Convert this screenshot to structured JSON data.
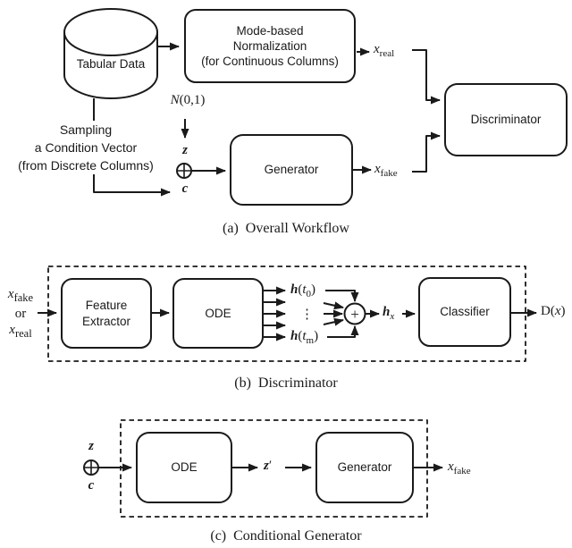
{
  "colors": {
    "stroke": "#1a1a1a",
    "background": "#ffffff"
  },
  "panel_a": {
    "caption": "(a)  Overall Workflow",
    "tabular_data": "Tabular Data",
    "norm_box": "Mode-based\nNormalization\n(for Continuous Columns)",
    "sampling_note": "Sampling\na Condition Vector\n(from Discrete Columns)",
    "noise": {
      "base": "N",
      "rest": "(0,1)"
    },
    "z": "z",
    "c": "c",
    "generator": "Generator",
    "discriminator": "Discriminator",
    "x_real": {
      "base": "x",
      "sub": "real"
    },
    "x_fake": {
      "base": "x",
      "sub": "fake"
    }
  },
  "panel_b": {
    "caption": "(b)  Discriminator",
    "input": {
      "x_fake": {
        "base": "x",
        "sub": "fake"
      },
      "or": "or",
      "x_real": {
        "base": "x",
        "sub": "real"
      }
    },
    "feature_extractor": "Feature\nExtractor",
    "ode": "ODE",
    "h_t0": {
      "h": "h",
      "open": "(",
      "t": "t",
      "sub": "0",
      "close": ")"
    },
    "dots": "⋮",
    "h_tm": {
      "h": "h",
      "open": "(",
      "t": "t",
      "sub": "m",
      "close": ")"
    },
    "plus": "+",
    "h_x": {
      "base": "h",
      "sub": "x"
    },
    "classifier": "Classifier",
    "d_x": {
      "d": "D(",
      "x": "x",
      "close": ")"
    }
  },
  "panel_c": {
    "caption": "(c)  Conditional Generator",
    "z": "z",
    "c": "c",
    "ode": "ODE",
    "z_prime": {
      "base": "z",
      "prime": "′"
    },
    "generator": "Generator",
    "x_fake": {
      "base": "x",
      "sub": "fake"
    }
  }
}
